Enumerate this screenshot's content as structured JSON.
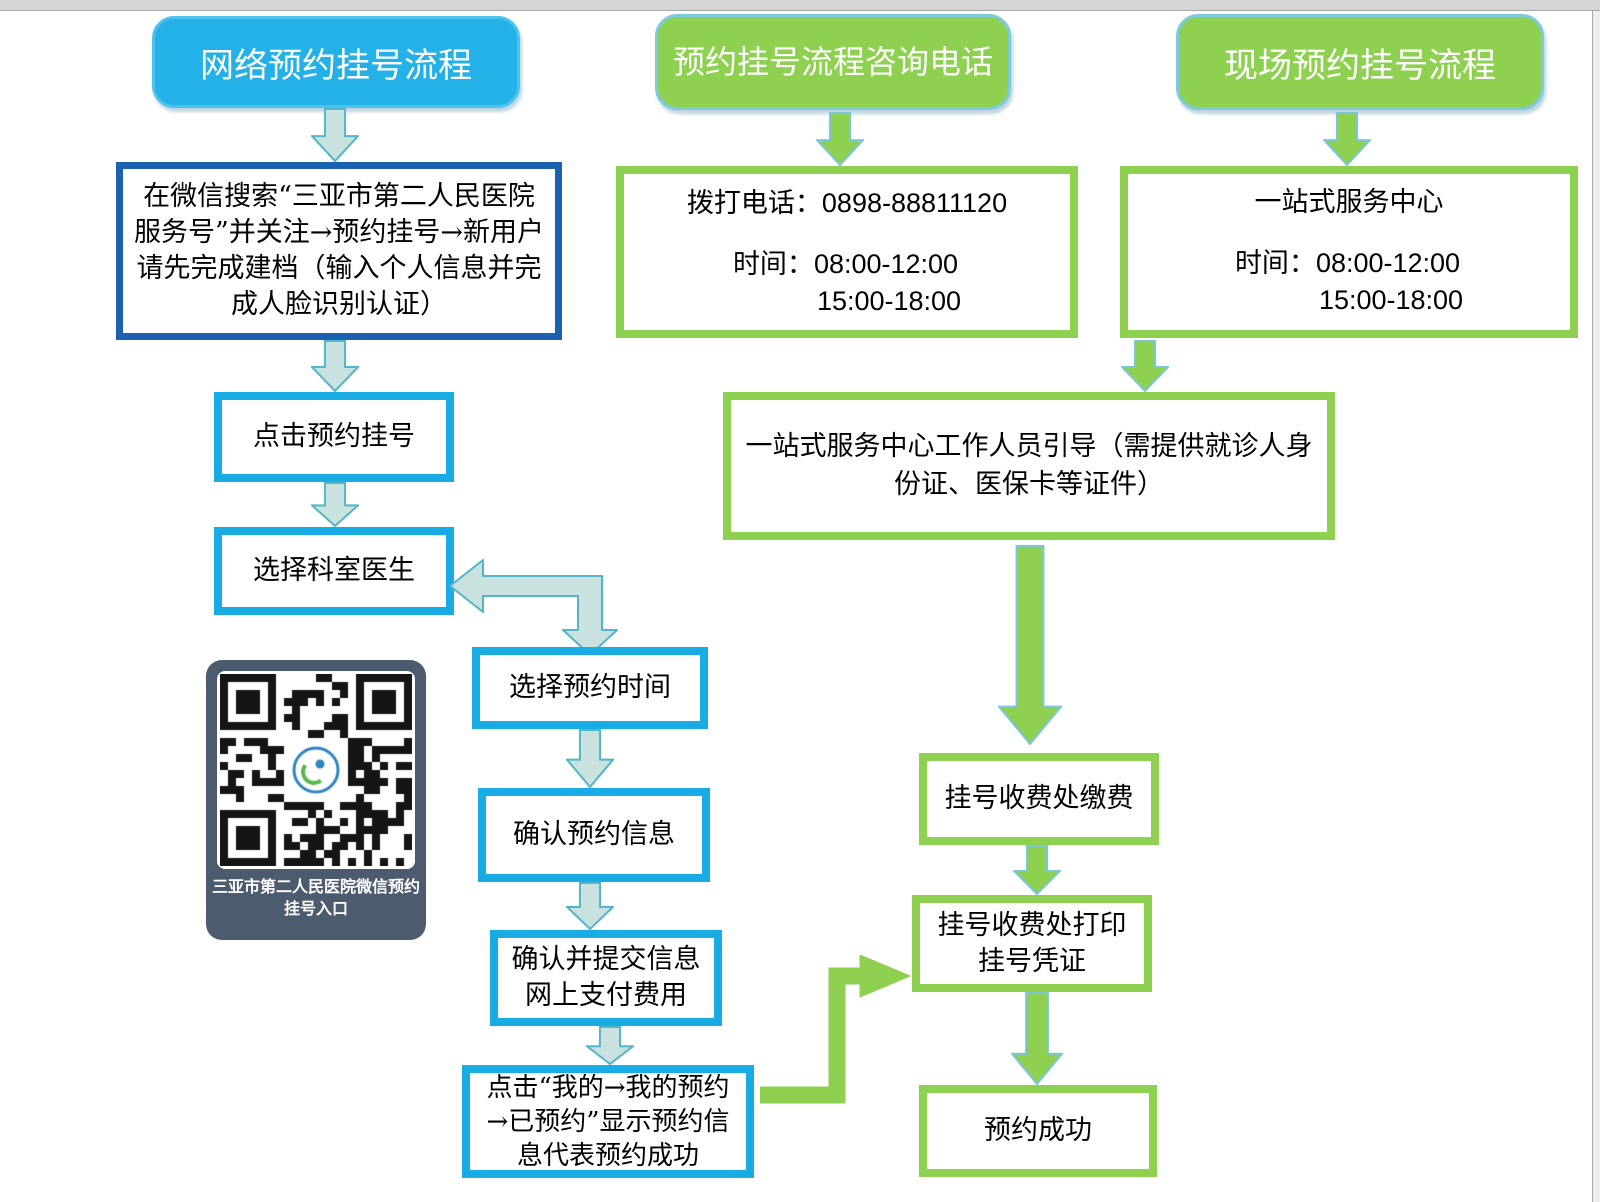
{
  "colors": {
    "cyan_fill": "#24b1e8",
    "green_fill": "#8ed04f",
    "dark_blue_border": "#1a61b0",
    "cyan_border": "#19ace4",
    "pale_arrow_fill": "#c9e1df",
    "arrow_outline": "#53b5c8",
    "qr_card_bg": "#4d5b6e"
  },
  "online": {
    "title": "网络预约挂号流程",
    "step_search": "在微信搜索“三亚市第二人民医院服务号”并关注→预约挂号→新用户请先完成建档（输入个人信息并完成人脸识别认证）",
    "step_click": "点击预约挂号",
    "step_department": "选择科室医生",
    "step_time": "选择预约时间",
    "step_confirm": "确认预约信息",
    "step_submit": "确认并提交信息网上支付费用",
    "step_done": "点击“我的→我的预约→已预约”显示预约信息代表预约成功",
    "qr_caption_line1": "三亚市第二人民医院微信预约",
    "qr_caption_line2": "挂号入口"
  },
  "phone": {
    "title": "预约挂号流程咨询电话",
    "call_label": "拨打电话：",
    "number": "0898-88811120",
    "time_label": "时间：",
    "time_morning": "08:00-12:00",
    "time_afternoon": "15:00-18:00"
  },
  "onsite": {
    "title": "现场预约挂号流程",
    "center_name": "一站式服务中心",
    "time_label": "时间：",
    "time_morning": "08:00-12:00",
    "time_afternoon": "15:00-18:00",
    "step_guide": "一站式服务中心工作人员引导（需提供就诊人身份证、医保卡等证件）",
    "step_pay": "挂号收费处缴费",
    "step_print": "挂号收费处打印挂号凭证",
    "step_success": "预约成功"
  }
}
